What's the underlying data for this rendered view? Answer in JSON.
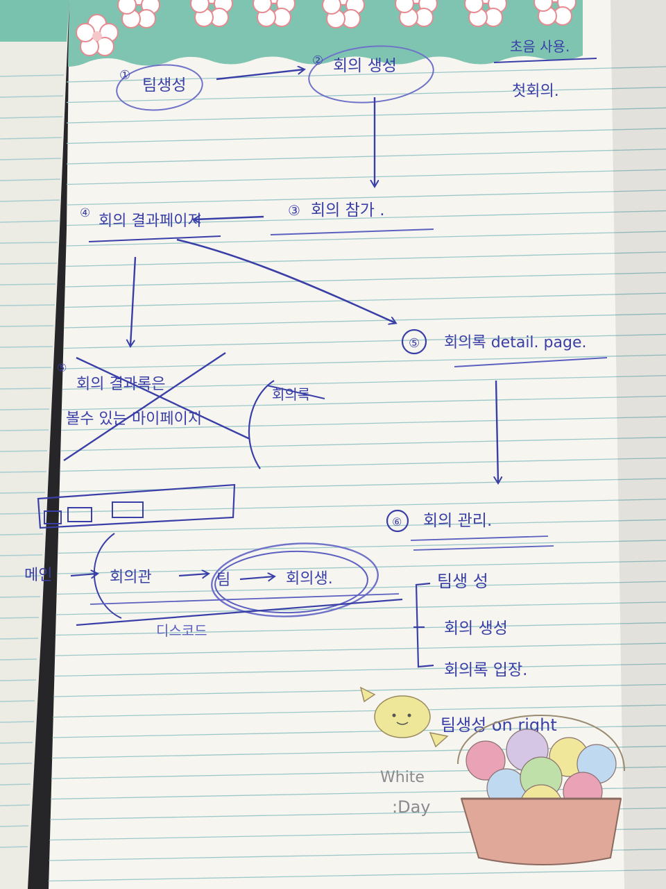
{
  "notebook": {
    "corner_note": {
      "line1": "초음 사용.",
      "line2": "첫회의."
    },
    "nodes": [
      {
        "num": "①",
        "text": "팀생성"
      },
      {
        "num": "②",
        "text": "회의 생성"
      },
      {
        "num": "③",
        "text": "회의 참가 ."
      },
      {
        "num": "④",
        "text": "회의 결과페이지"
      },
      {
        "num": "⑤",
        "text": "회의록 detail. page."
      },
      {
        "num": "⑥",
        "text": "회의 관리."
      }
    ],
    "crossed_note": {
      "num": "⑤",
      "line1": "회의 결과록은",
      "line2": "볼수 있는 마이페이지",
      "side": "회의록"
    },
    "flow": {
      "start": "메인",
      "steps": [
        "회의관",
        "팀",
        "회의생."
      ],
      "below": "디스코드"
    },
    "management_list": [
      "팀생 성",
      "회의 생성",
      "회의록 입장."
    ],
    "bottom_scribble": "팀생성 on right"
  },
  "sticker": {
    "line1": "White",
    "line2": ":Day"
  },
  "colors": {
    "ink": "#3a3fa8",
    "paper": "#f7f6f0",
    "ruled_line": "#9cc7c8",
    "border": "#7fc4b1"
  }
}
